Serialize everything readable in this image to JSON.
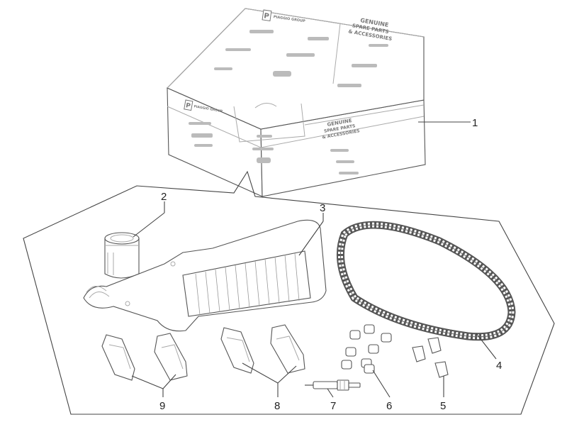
{
  "box": {
    "brand_mark": "P",
    "brand_name": "PIAGGIO GROUP",
    "tagline_1": "GENUINE",
    "tagline_2": "SPARE PARTS",
    "tagline_3": "& ACCESSORIES"
  },
  "callouts": [
    "1",
    "2",
    "3",
    "4",
    "5",
    "6",
    "7",
    "8",
    "9"
  ]
}
